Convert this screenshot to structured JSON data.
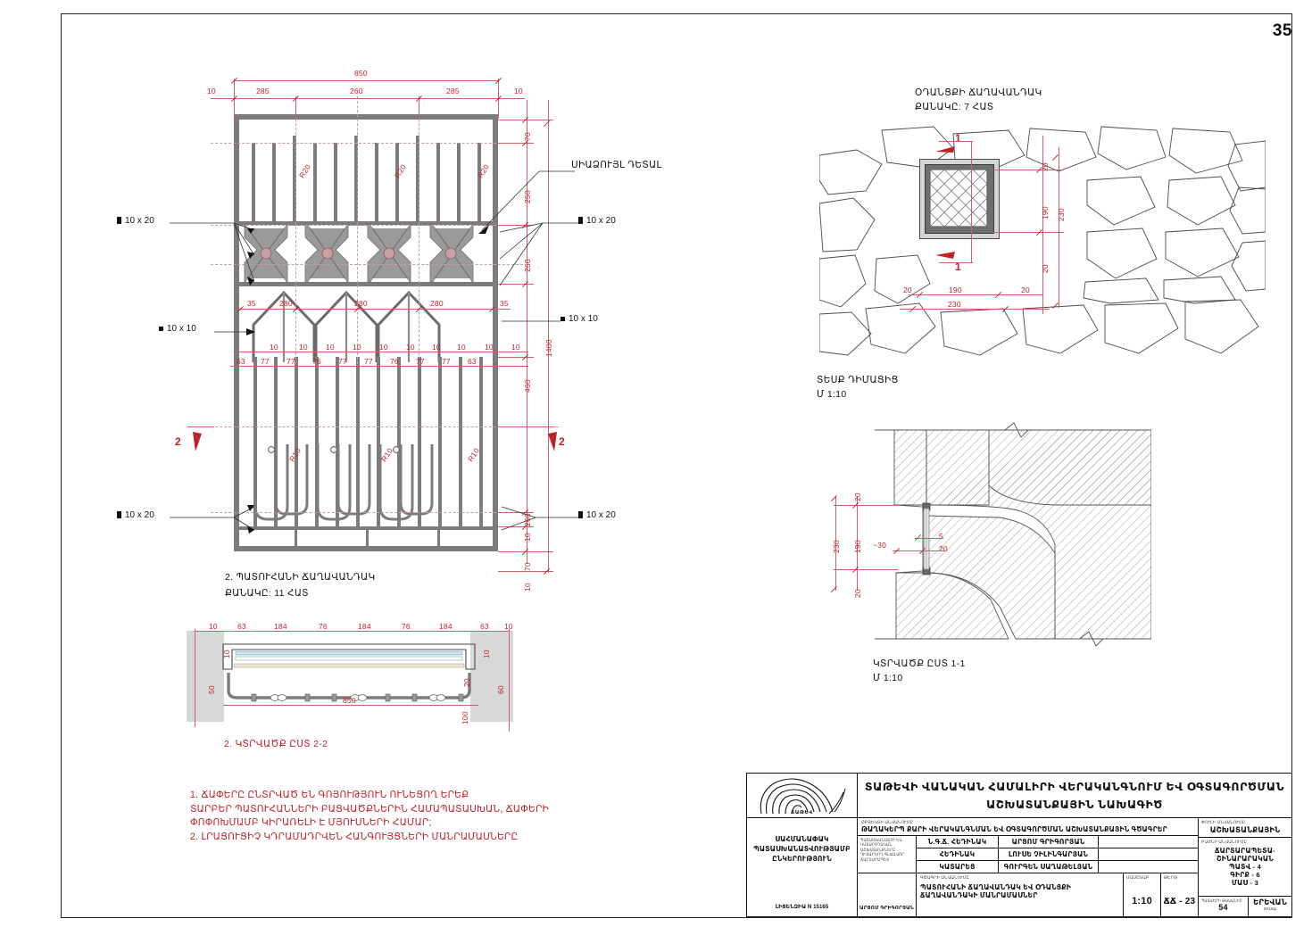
{
  "sheet": {
    "page_number": "35"
  },
  "drawings": {
    "window_grille": {
      "title_line1": "2. ՊԱՏՈՒՀԱՆԻ ՃԱՂԱՎԱՆԴԱԿ",
      "title_line2": "ՔԱՆԱԿԸ: 11 ՀԱՏ",
      "detail_label": "ՍԻԱՁՈՒՅԼ ԴԵՏԱԼ",
      "section_marks": [
        "2",
        "2"
      ],
      "leaders": [
        {
          "label": "10 x 20",
          "side": "left"
        },
        {
          "label": "10 x 10",
          "side": "left"
        },
        {
          "label": "10 x 20",
          "side": "left"
        },
        {
          "label": "10 x 20",
          "side": "right"
        },
        {
          "label": "10 x 10",
          "side": "right"
        },
        {
          "label": "10 x 20",
          "side": "right"
        }
      ],
      "dims_top_outer": [
        "850"
      ],
      "dims_top_inner": [
        "10",
        "285",
        "260",
        "285",
        "10"
      ],
      "dims_right_outer": [
        "1400"
      ],
      "dims_right_inner": [
        "70",
        "250",
        "260",
        "460",
        "260",
        "10",
        "70",
        "10"
      ],
      "dims_mid": [
        "35",
        "280",
        "280",
        "280",
        "35"
      ],
      "dims_small_row": [
        "10",
        "10",
        "10",
        "10",
        "10",
        "10",
        "10",
        "10",
        "10",
        "10"
      ],
      "dims_bottom_row": [
        "63",
        "77",
        "77",
        "76",
        "77",
        "77",
        "76",
        "77",
        "77",
        "63"
      ],
      "radii_top": [
        "R20",
        "R20",
        "R20"
      ],
      "radii_bottom": [
        "R10",
        "R10",
        "R10"
      ]
    },
    "section_2_2": {
      "title": "2. ԿՏՐՎԱԾՔ ԸՍՏ 2-2",
      "dims_top": [
        "10",
        "63",
        "184",
        "76",
        "184",
        "76",
        "184",
        "63",
        "10"
      ],
      "dim_overall": "850",
      "dims_left": [
        "10",
        "50"
      ],
      "dims_right": [
        "10",
        "20",
        "60",
        "100"
      ]
    },
    "vent_plan": {
      "title_line1": "ՕԴԱՆՑՔԻ ՃԱՂԱՎԱՆԴԱԿ",
      "title_line2": "ՔԱՆԱԿԸ: 7 ՀԱՏ",
      "caption_line1": "ՏԵՍՔ ԴԻՄԱՑԻՑ",
      "caption_line2": "Մ 1:10",
      "section_marks": [
        "1",
        "1"
      ],
      "dims_horizontal": [
        "20",
        "190",
        "20",
        "230"
      ],
      "dims_vertical": [
        "20",
        "190",
        "230",
        "20"
      ]
    },
    "section_1_1": {
      "caption_line1": "ԿՏՐՎԱԾՔ ԸՍՏ 1-1",
      "caption_line2": "Մ 1:10",
      "dims_left": [
        "20",
        "230",
        "190",
        "20"
      ],
      "dims_inner": [
        "~30",
        "5",
        "20"
      ]
    }
  },
  "notes": {
    "line1": "1. ՃԱՓԵՐԸ ԸՆՏՐՎԱԾ ԵՆ ԳՈՅՈՒԹՅՈՒՆ ՈՒՆԵՑՈՂ ԵՐԵՔ",
    "line2": "ՏԱՐԲԵՐ ՊԱՏՈՒՀԱՆՆԵՐԻ ԲԱՑՎԱԾՔՆԵՐԻՆ ՀԱՄԱՊԱՏԱՍԽԱՆ, ՃԱՓԵՐԻ",
    "line3": "ՓՈՓՈԽՄԱՄԲ ԿԻՐԱՌԵԼԻ Է ՄՅՈՒՍՆԵՐԻ ՀԱՄԱՐ;",
    "line4": "2. ԼՐԱՑՈՒՑԻՉ ԿԴՐԱՄԱԴՐՎԵՆ ՀԱՆԳՈՒՅՑՆԵՐԻ ՄԱՆՐԱՄԱՍՆԵՐԸ"
  },
  "title_block": {
    "main_title_line1": "ՏԱԹԵՎԻ ՎԱՆԱԿԱՆ ՀԱՄԱԼԻՐԻ ՎԵՐԱԿԱՆԳՆՈՒՄ ԵՎ ՕԳՏԱԳՈՐԾՄԱՆ",
    "main_title_line2": "ԱՇԽԱՏԱՆՔԱՅԻՆ ՆԱԽԱԳԻԾ",
    "logo_text": "ՏԱԹԵՎ",
    "org_name": "ՍԱՀՄԱՆԱՓԱԿ ՊԱՏԱՍԽԱՆԱՏՎՈՒԹՅԱՄԲ ԸՆԿԵՐՈՒԹՅՈՒՆ",
    "license": "ԼԻՑԵՆԶԻԱ N 15165",
    "object_caption": "ՕԲՅԵԿՏԻ ԱՆՎԱՆՈՒՄԸ",
    "object_name": "ԹԱՂԱԿԵՐՊ ՔԱՐԻ ՎԵՐԱԿԱՆԳՆՄԱՆ ԵՎ ՕԳՏԱԳՈՐԾՄԱՆ ԱՇԽԱՏԱՆՔԱՅԻՆ ԳԾԱԳՐԵՐ",
    "roles_caption": "ՊԱՏԱՍԽԱՆԱՏՈՒ ԵՎ ԿԱՏԱՐՈՂԱԿԱՆ ԱՇԽԱՏԱՆՔՆԵՐԸ ԴԻՏԱՐԿՈՂ ԳԼԽԱՎՈՐ ՃԱՐՏԱՐԱՊԵՏ",
    "roles": [
      {
        "role": "Ն.Գ.Ճ. ՀԵԴԻՆԱԿ",
        "name": "ԱՐՑՈՄ ԳՐԻԳՈՐՅԱՆ"
      },
      {
        "role": "ՀԵԴԻՆԱԿ",
        "name": "ԼՈՒՍԵ ՉԻԼԻՆԳԱՐՅԱՆ"
      },
      {
        "role": "ԿԱՏԱՐԵՑ",
        "name": "ԳՈՒՐԳԵՆ ՍԱՂԱԹԵԼՅԱՆ"
      }
    ],
    "author_signature": "ԱՐՑՈՄ ԳՐԻԳՈՐՅԱՆ",
    "drawing_caption": "ԳԾԱԳՐԻ ԱՆՎԱՆՈՒՄԸ",
    "drawing_name_line1": "ՊԱՏՈՒՀԱՆԻ ՃԱՂԱՎԱՆԴԱԿ ԵՎ ՕԴԱՆՑՔԻ",
    "drawing_name_line2": "ՃԱՂԱՎԱՆԴԱԿԻ ՄԱՆՐԱՄԱՍՆԵՐ",
    "scale_caption": "ՄԱՍՇՏԱԲ",
    "scale_value": "1:10",
    "sheet_caption": "ԹԵՐԹ",
    "sheet_value": "ՃՃ - 23",
    "stage_caption": "ՓՈՒԼԻ ԱՆՎԱՆՈՒՄԸ",
    "stage_value": "ԱՇԽԱՏԱՆՔԱՅԻՆ",
    "section_caption": "ԲԱԺՆԻ ԱՆՎԱՆՈՒՄԸ",
    "section_line1": "ՃԱՐՏԱՐԱՊԵՏԱ-",
    "section_line2": "ՇԻՆԱՐԱՐԱԿԱՆ",
    "section_line3": "ՊԱՏՎ - 4",
    "section_line4": "ԳԻՐՔ - 6",
    "section_line5": "ՄԱՍ - 3",
    "order_caption": "ՊԱՏՎԵՐԻ ԹԱԿԱՆԻՇ",
    "order_value": "54",
    "city": "ԵՐԵՎԱՆ",
    "year": "2018թ"
  }
}
